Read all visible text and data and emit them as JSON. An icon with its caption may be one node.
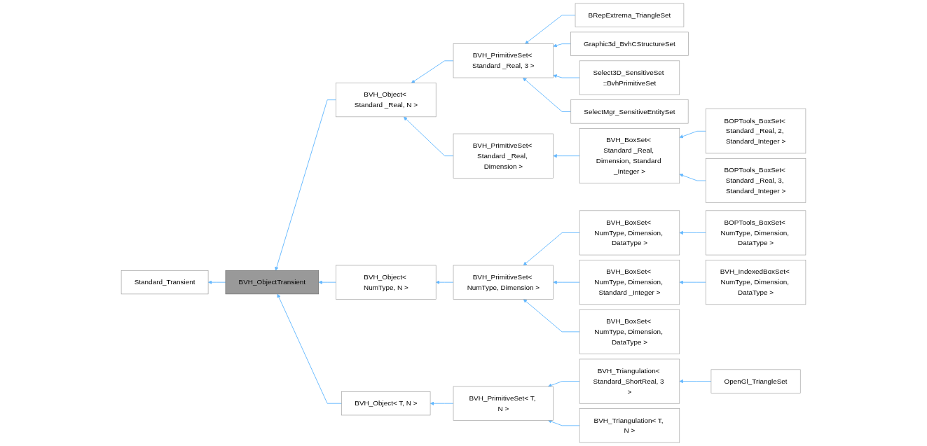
{
  "diagram": {
    "nodes": [
      {
        "text": [
          "Standard_Transient"
        ]
      },
      {
        "text": [
          "BVH_ObjectTransient"
        ]
      },
      {
        "text": [
          "BVH_Object< Standard _Real, N >"
        ]
      },
      {
        "text": [
          "BVH_Object< NumType, N >"
        ]
      },
      {
        "text": [
          "BVH_Object< T, N >"
        ]
      },
      {
        "text": [
          "BVH_PrimitiveSet< Standard _Real, 3 >"
        ]
      },
      {
        "text": [
          "BVH_PrimitiveSet< Standard _Real, Dimension >"
        ]
      },
      {
        "text": [
          "BVH_PrimitiveSet< NumType, Dimension >"
        ]
      },
      {
        "text": [
          "BVH_PrimitiveSet< T, N >"
        ]
      },
      {
        "text": [
          "BRepExtrema_TriangleSet"
        ]
      },
      {
        "text": [
          "Graphic3d_BvhCStructureSet"
        ]
      },
      {
        "text": [
          "Select3D_SensitiveSet ::BvhPrimitiveSet"
        ]
      },
      {
        "text": [
          "SelectMgr_SensitiveEntitySet"
        ]
      },
      {
        "text": [
          "BVH_BoxSet< Standard _Real, Dimension, Standard _Integer >"
        ]
      },
      {
        "text": [
          "BVH_BoxSet< NumType, Dimension, DataType >"
        ]
      },
      {
        "text": [
          "BVH_BoxSet< NumType, Dimension, Standard _Integer >"
        ]
      },
      {
        "text": [
          "BVH_BoxSet< NumType, Dimension, DataType >"
        ]
      },
      {
        "text": [
          "BVH_Triangulation< Standard_ShortReal, 3 >"
        ]
      },
      {
        "text": [
          "BVH_Triangulation< T, N >"
        ]
      },
      {
        "text": [
          "BOPTools_BoxSet< Standard _Real, 2, Standard_Integer >"
        ]
      },
      {
        "text": [
          "BOPTools_BoxSet< Standard _Real, 3, Standard_Integer >"
        ]
      },
      {
        "text": [
          "BOPTools_BoxSet< NumType, Dimension, DataType >"
        ]
      },
      {
        "text": [
          "BVH_IndexedBoxSet< NumType, Dimension, DataType >"
        ]
      },
      {
        "text": [
          "OpenGl_TriangleSet"
        ]
      }
    ],
    "edges": [
      {
        "from": 1,
        "to": 0,
        "arrow": "to"
      },
      {
        "from": 2,
        "to": 1,
        "arrow": "to"
      },
      {
        "from": 3,
        "to": 1,
        "arrow": "to"
      },
      {
        "from": 4,
        "to": 1,
        "arrow": "to"
      },
      {
        "from": 5,
        "to": 2,
        "arrow": "to"
      },
      {
        "from": 6,
        "to": 2,
        "arrow": "to"
      },
      {
        "from": 7,
        "to": 3,
        "arrow": "to"
      },
      {
        "from": 8,
        "to": 4,
        "arrow": "to"
      },
      {
        "from": 9,
        "to": 5,
        "arrow": "to"
      },
      {
        "from": 10,
        "to": 5,
        "arrow": "to"
      },
      {
        "from": 11,
        "to": 5,
        "arrow": "to"
      },
      {
        "from": 12,
        "to": 5,
        "arrow": "to"
      },
      {
        "from": 13,
        "to": 6,
        "arrow": "to"
      },
      {
        "from": 14,
        "to": 7,
        "arrow": "to"
      },
      {
        "from": 15,
        "to": 7,
        "arrow": "to"
      },
      {
        "from": 16,
        "to": 7,
        "arrow": "to"
      },
      {
        "from": 17,
        "to": 8,
        "arrow": "to"
      },
      {
        "from": 18,
        "to": 8,
        "arrow": "to"
      },
      {
        "from": 19,
        "to": 13,
        "arrow": "to"
      },
      {
        "from": 20,
        "to": 13,
        "arrow": "to"
      },
      {
        "from": 21,
        "to": 14,
        "arrow": "to"
      },
      {
        "from": 22,
        "to": 15,
        "arrow": "to"
      },
      {
        "from": 23,
        "to": 17,
        "arrow": "to"
      }
    ]
  }
}
